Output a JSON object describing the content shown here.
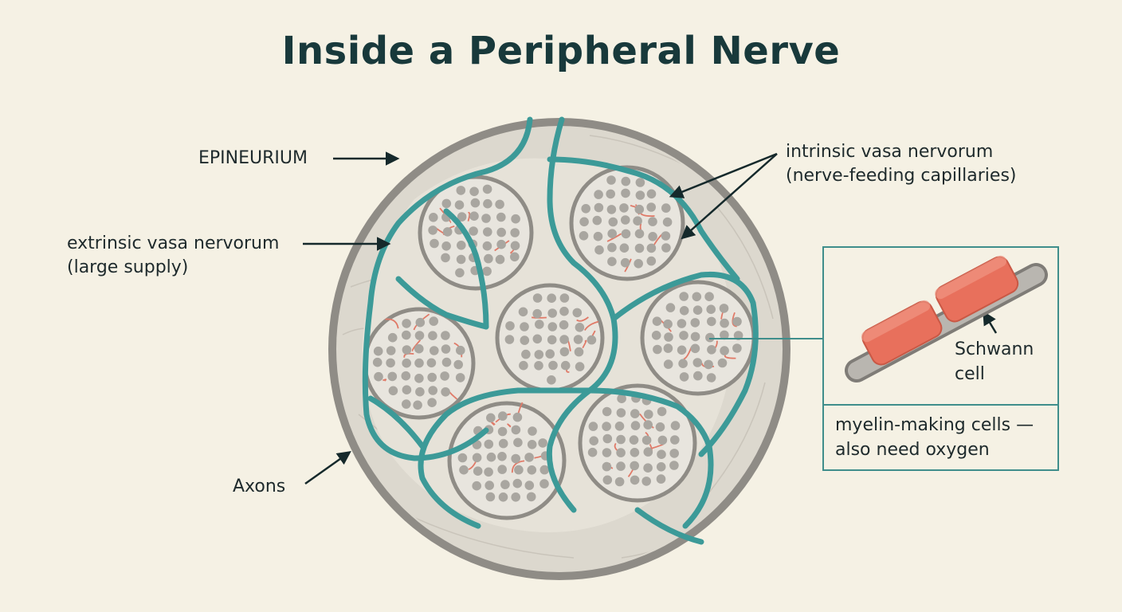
{
  "title": "Inside a Peripheral Nerve",
  "labels": {
    "epineurium": "EPINEURIUM",
    "extrinsic_line1": "extrinsic vasa nervorum",
    "extrinsic_line2": "(large supply)",
    "intrinsic_line1": "intrinsic vasa nervorum",
    "intrinsic_line2": "(nerve-feeding capillaries)",
    "axons": "Axons",
    "schwann_line1": "Schwann",
    "schwann_line2": "cell",
    "myelin_line1": "myelin-making cells —",
    "myelin_line2": "also need oxygen"
  },
  "colors": {
    "background": "#f5f1e4",
    "epineurium_ring": "#8f8c86",
    "nerve_fill": "#d9d5cc",
    "fascicle_fill": "#e8e5de",
    "axon": "#a9a6a0",
    "extrinsic_vessel": "#3c9a98",
    "capillary": "#e07a68",
    "schwann_cell": "#e8705c",
    "callout_border": "#3f8e8b",
    "arrow": "#15292b"
  }
}
